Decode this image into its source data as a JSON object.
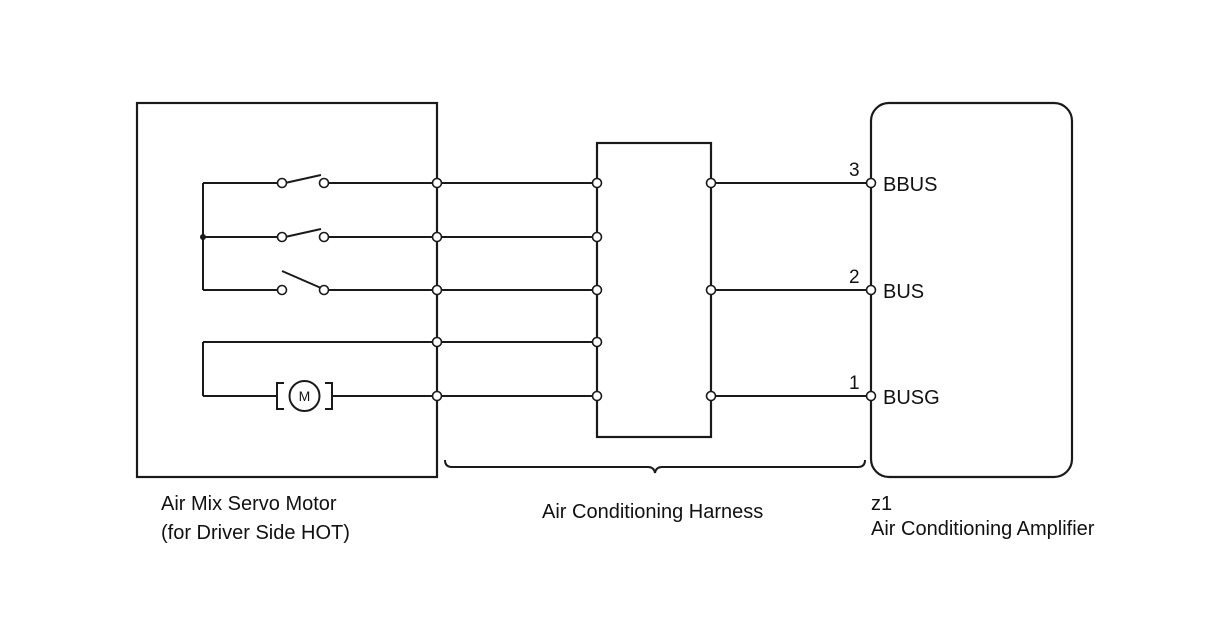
{
  "components": {
    "servo_motor": {
      "name_line1": "Air Mix Servo Motor",
      "name_line2": "(for Driver Side HOT)",
      "motor_symbol": "M"
    },
    "harness": {
      "name": "Air Conditioning Harness"
    },
    "amplifier": {
      "connector": "z1",
      "name": "Air Conditioning Amplifier",
      "pins": [
        {
          "number": "3",
          "label": "BBUS"
        },
        {
          "number": "2",
          "label": "BUS"
        },
        {
          "number": "1",
          "label": "BUSG"
        }
      ]
    }
  }
}
